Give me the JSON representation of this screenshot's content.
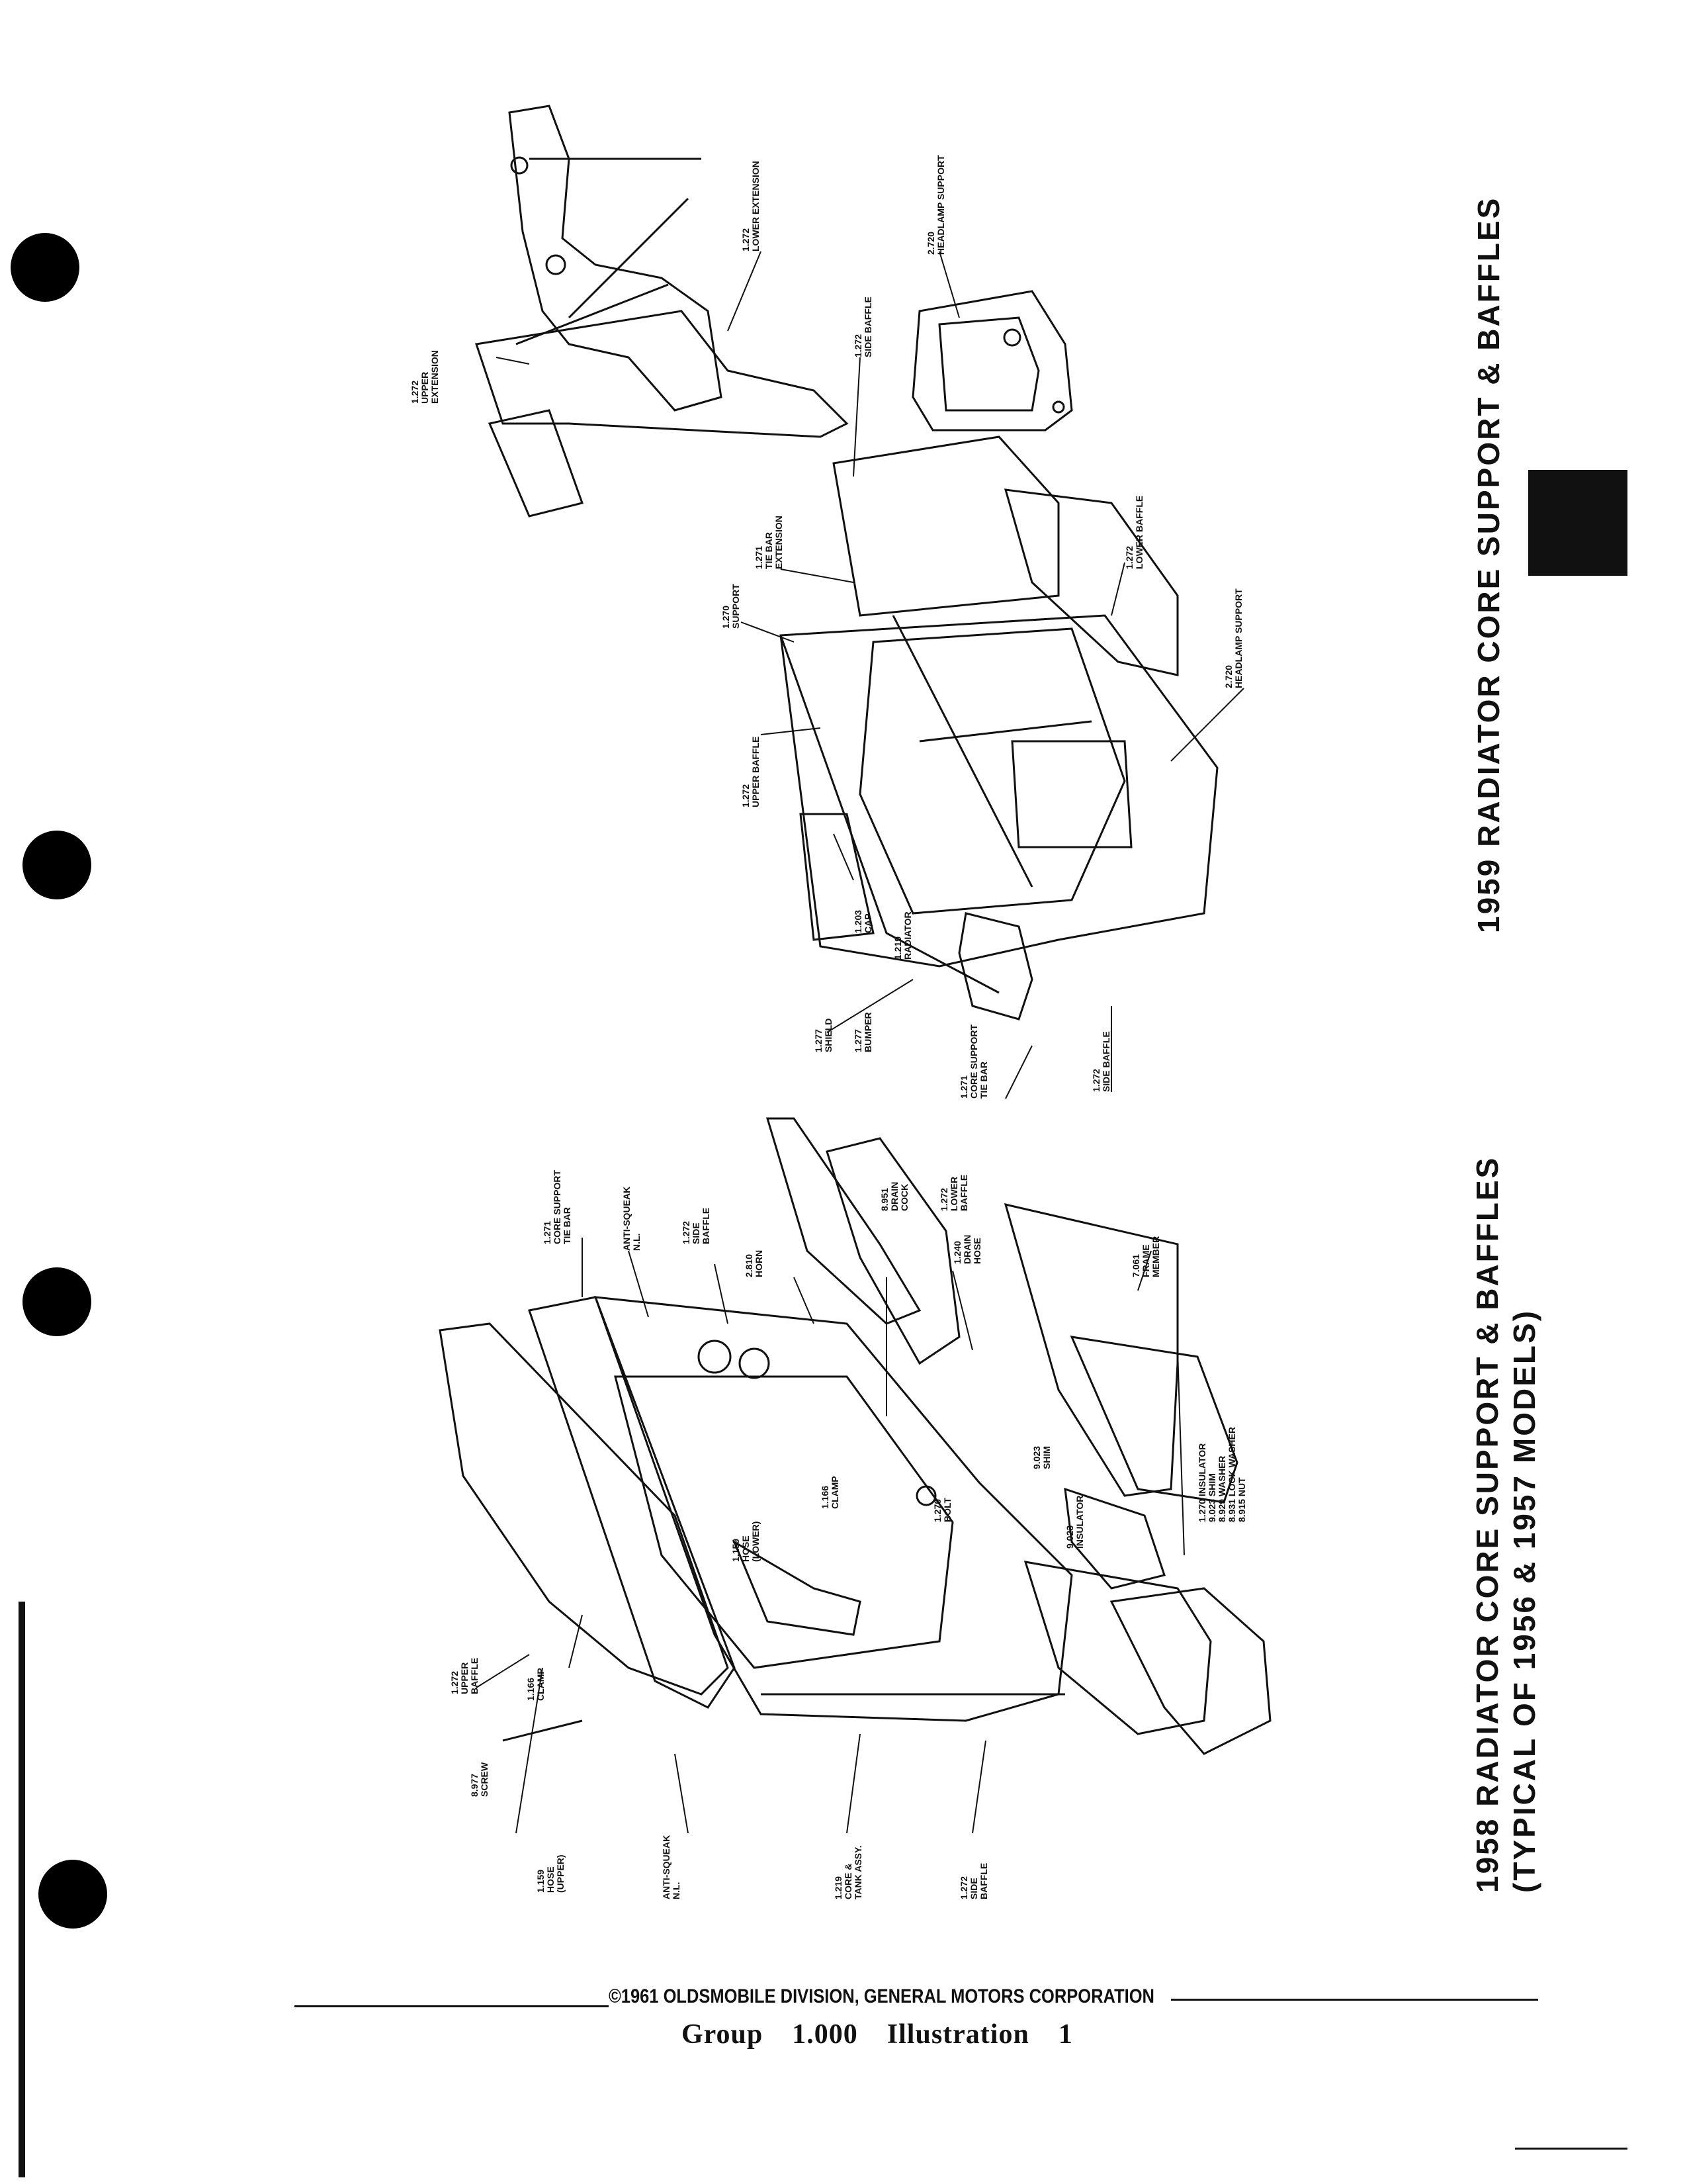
{
  "titles": {
    "title_1959": "1959 RADIATOR CORE SUPPORT & BAFFLES",
    "title_1958_line1": "1958 RADIATOR CORE SUPPORT & BAFFLES",
    "title_1958_line2": "(TYPICAL OF 1956 & 1957 MODELS)"
  },
  "diagram_1959": {
    "labels": [
      [
        "1.272",
        "UPPER",
        "EXTENSION"
      ],
      [
        "1.272",
        "LOWER EXTENSION"
      ],
      [
        "2.720",
        "HEADLAMP SUPPORT"
      ],
      [
        "1.272",
        "SIDE BAFFLE"
      ],
      [
        "1.271",
        "TIE BAR",
        "EXTENSION"
      ],
      [
        "1.270",
        "SUPPORT"
      ],
      [
        "1.272",
        "LOWER BAFFLE"
      ],
      [
        "2.720",
        "HEADLAMP SUPPORT"
      ],
      [
        "1.272",
        "UPPER BAFFLE"
      ],
      [
        "1.203",
        "CAP"
      ],
      [
        "1.219",
        "RADIATOR"
      ],
      [
        "1.277",
        "SHIELD"
      ],
      [
        "1.277",
        "BUMPER"
      ],
      [
        "1.271",
        "CORE SUPPORT",
        "TIE BAR"
      ],
      [
        "1.272",
        "SIDE BAFFLE"
      ]
    ]
  },
  "diagram_1958": {
    "labels": [
      [
        "1.271",
        "CORE SUPPORT",
        "TIE BAR"
      ],
      [
        "ANTI-SQUEAK",
        "N.L."
      ],
      [
        "1.272",
        "SIDE",
        "BAFFLE"
      ],
      [
        "2.810",
        "HORN"
      ],
      [
        "8.951",
        "DRAIN",
        "COCK"
      ],
      [
        "1.272",
        "LOWER",
        "BAFFLE"
      ],
      [
        "1.240",
        "DRAIN",
        "HOSE"
      ],
      [
        "7.061",
        "FRAME",
        "MEMBER"
      ],
      [
        "1.166",
        "CLAMP"
      ],
      [
        "9.023",
        "SHIM"
      ],
      [
        "1.159",
        "HOSE",
        "(LOWER)"
      ],
      [
        "1.270",
        "BOLT"
      ],
      [
        "9.023",
        "INSULATOR"
      ],
      [
        "1.270 INSULATOR",
        "9.023 SHIM",
        "8.929 WASHER",
        "8.931 LOCK WASHER",
        "8.915 NUT"
      ],
      [
        "1.272",
        "UPPER",
        "BAFFLE"
      ],
      [
        "1.166",
        "CLAMP"
      ],
      [
        "8.977",
        "SCREW"
      ],
      [
        "1.159",
        "HOSE",
        "(UPPER)"
      ],
      [
        "ANTI-SQUEAK",
        "N.L."
      ],
      [
        "1.219",
        "CORE &",
        "TANK ASSY."
      ],
      [
        "1.272",
        "SIDE",
        "BAFFLE"
      ]
    ]
  },
  "footer": {
    "copyright": "©1961 OLDSMOBILE DIVISION, GENERAL MOTORS CORPORATION",
    "group_label": "Group",
    "group_value": "1.000",
    "illustration_label": "Illustration",
    "illustration_value": "1"
  }
}
